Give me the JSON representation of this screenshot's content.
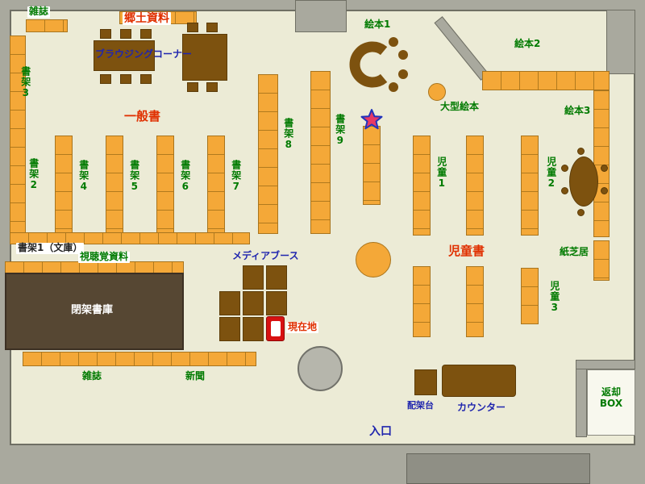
{
  "labels": {
    "magazines_top": "雑誌",
    "local_materials": "郷土資料",
    "browsing_corner": "ブラウジングコーナー",
    "general_books": "一般書",
    "shelf2": "書架2",
    "shelf3": "書架3",
    "shelf4": "書架4",
    "shelf5": "書架5",
    "shelf6": "書架6",
    "shelf7": "書架7",
    "shelf8": "書架8",
    "shelf9": "書架9",
    "shelf1_bunko": "書架1（文庫）",
    "audiovisual": "視聴覚資料",
    "media_booth": "メディアブース",
    "current_location": "現在地",
    "closed_stacks": "閉架書庫",
    "magazines_bottom": "雑誌",
    "newspapers": "新聞",
    "picture_books_1": "絵本1",
    "picture_books_2": "絵本2",
    "picture_books_3": "絵本3",
    "large_picture_books": "大型絵本",
    "children_1": "児童1",
    "children_2": "児童2",
    "children_3": "児童3",
    "children_books": "児童書",
    "kamishibai": "紙芝居",
    "sorting_table": "配架台",
    "counter": "カウンター",
    "return_box": "返却BOX",
    "entrance": "入口"
  },
  "colors": {
    "floor": "#ecebd6",
    "wall": "#a9a99e",
    "shelf_orange": "#f4a838",
    "shelf_border": "#a8741d",
    "furniture_brown": "#7d520f",
    "closed_stacks": "#564733",
    "current_booth_red": "#d81111",
    "star_fill": "#e83a64",
    "star_stroke": "#2233bb",
    "label_green": "#007a00",
    "label_red": "#e03000",
    "label_blue": "#2026ae"
  }
}
